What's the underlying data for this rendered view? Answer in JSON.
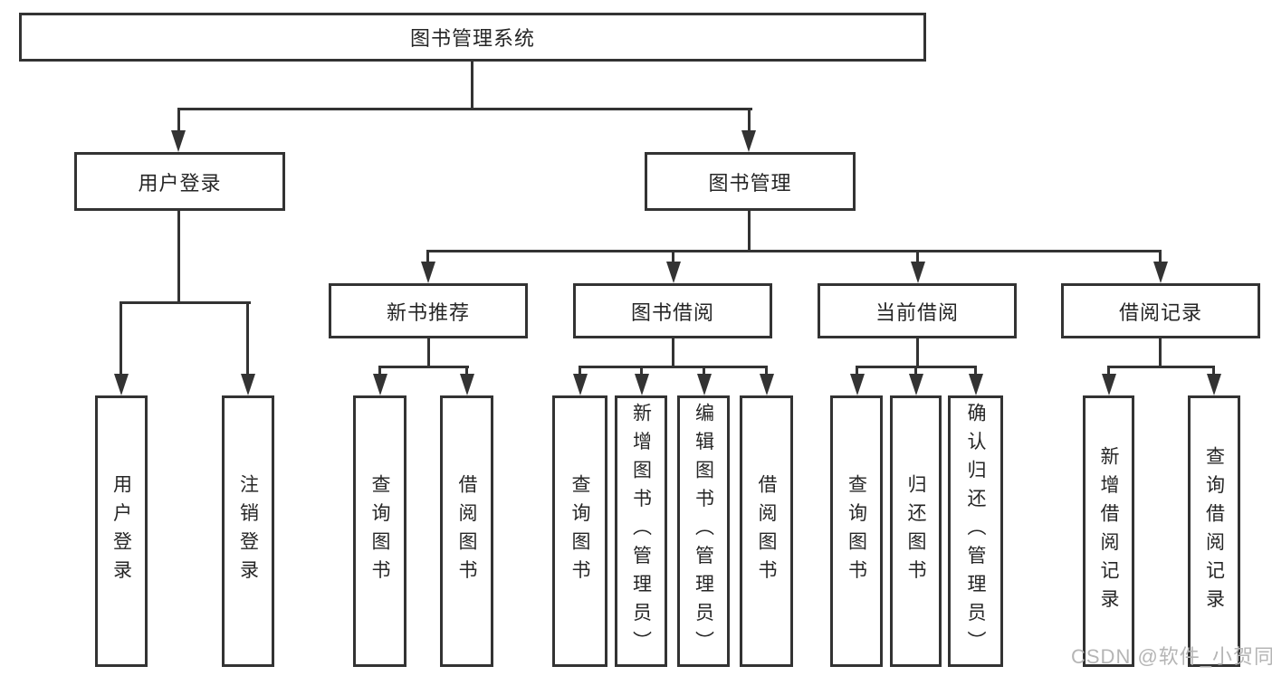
{
  "diagram": {
    "nodes": {
      "root": "图书管理系统",
      "user_login": "用户登录",
      "book_management": "图书管理",
      "new_book_recommend": "新书推荐",
      "book_borrow": "图书借阅",
      "current_borrow": "当前借阅",
      "borrow_records": "借阅记录",
      "leaf_user_login": "用户登录",
      "leaf_logout": "注销登录",
      "leaf_nb_query": "查询图书",
      "leaf_nb_borrow": "借阅图书",
      "leaf_bb_query": "查询图书",
      "leaf_bb_add": "新增图书（管理员）",
      "leaf_bb_edit": "编辑图书（管理员）",
      "leaf_bb_borrow": "借阅图书",
      "leaf_cb_query": "查询图书",
      "leaf_cb_return": "归还图书",
      "leaf_cb_confirm": "确认归还（管理员）",
      "leaf_br_add": "新增借阅记录",
      "leaf_br_query": "查询借阅记录"
    },
    "watermark": "CSDN @软件_小贺同学",
    "colors": {
      "line": "#333333",
      "text": "#262626",
      "watermark": "#b5b5b5",
      "background": "#ffffff"
    }
  }
}
